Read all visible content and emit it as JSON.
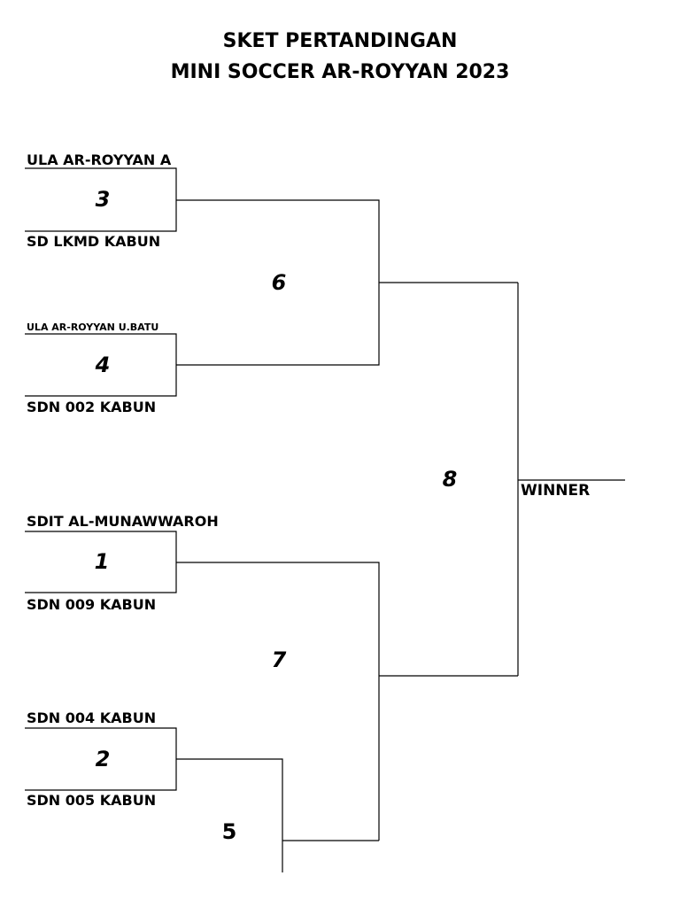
{
  "title": {
    "line1": "SKET PERTANDINGAN",
    "line2": "MINI SOCCER AR-ROYYAN 2023"
  },
  "matches": [
    {
      "number": "3",
      "team_top": "ULA AR-ROYYAN A",
      "team_bottom": "SD LKMD KABUN"
    },
    {
      "number": "4",
      "team_top": "ULA AR-ROYYAN U.BATU",
      "team_bottom": "SDN 002 KABUN"
    },
    {
      "number": "1",
      "team_top": "SDIT AL-MUNAWWAROH",
      "team_bottom": "SDN 009 KABUN"
    },
    {
      "number": "2",
      "team_top": "SDN 004 KABUN",
      "team_bottom": "SDN 005 KABUN"
    }
  ],
  "round_numbers": {
    "semi_top": "6",
    "semi_bottom": "7",
    "final": "8",
    "bye": "5"
  },
  "winner_label": "WINNER"
}
